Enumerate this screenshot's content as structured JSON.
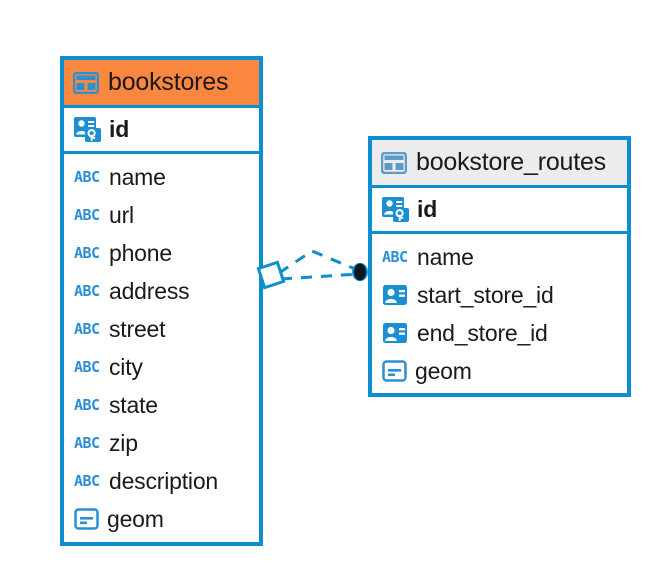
{
  "diagram": {
    "type": "entity-relationship-diagram",
    "background_color": "#ffffff",
    "accent_color": "#0d8ecf",
    "highlight_header_color": "#f9873f",
    "normal_header_color": "#ececec",
    "text_color": "#1a1a1a"
  },
  "tables": [
    {
      "name": "bookstores",
      "header_style": "orange",
      "icon": "table-grid-icon",
      "primary_key": {
        "label": "id",
        "icon": "primary-key-icon",
        "bold": true
      },
      "fields": [
        {
          "label": "name",
          "icon": "abc-text-icon"
        },
        {
          "label": "url",
          "icon": "abc-text-icon"
        },
        {
          "label": "phone",
          "icon": "abc-text-icon"
        },
        {
          "label": "address",
          "icon": "abc-text-icon"
        },
        {
          "label": "street",
          "icon": "abc-text-icon"
        },
        {
          "label": "city",
          "icon": "abc-text-icon"
        },
        {
          "label": "state",
          "icon": "abc-text-icon"
        },
        {
          "label": "zip",
          "icon": "abc-text-icon"
        },
        {
          "label": "description",
          "icon": "abc-text-icon"
        },
        {
          "label": "geom",
          "icon": "geometry-icon"
        }
      ]
    },
    {
      "name": "bookstore_routes",
      "header_style": "gray",
      "icon": "table-grid-icon",
      "primary_key": {
        "label": "id",
        "icon": "primary-key-icon",
        "bold": true
      },
      "fields": [
        {
          "label": "name",
          "icon": "abc-text-icon"
        },
        {
          "label": "start_store_id",
          "icon": "foreign-key-icon"
        },
        {
          "label": "end_store_id",
          "icon": "foreign-key-icon"
        },
        {
          "label": "geom",
          "icon": "geometry-icon"
        }
      ]
    }
  ],
  "relationship": {
    "style": "dashed",
    "color": "#0d8ecf",
    "source_marker": "diamond-outline",
    "target_marker": "filled-circle",
    "target_marker_color": "#101820"
  }
}
